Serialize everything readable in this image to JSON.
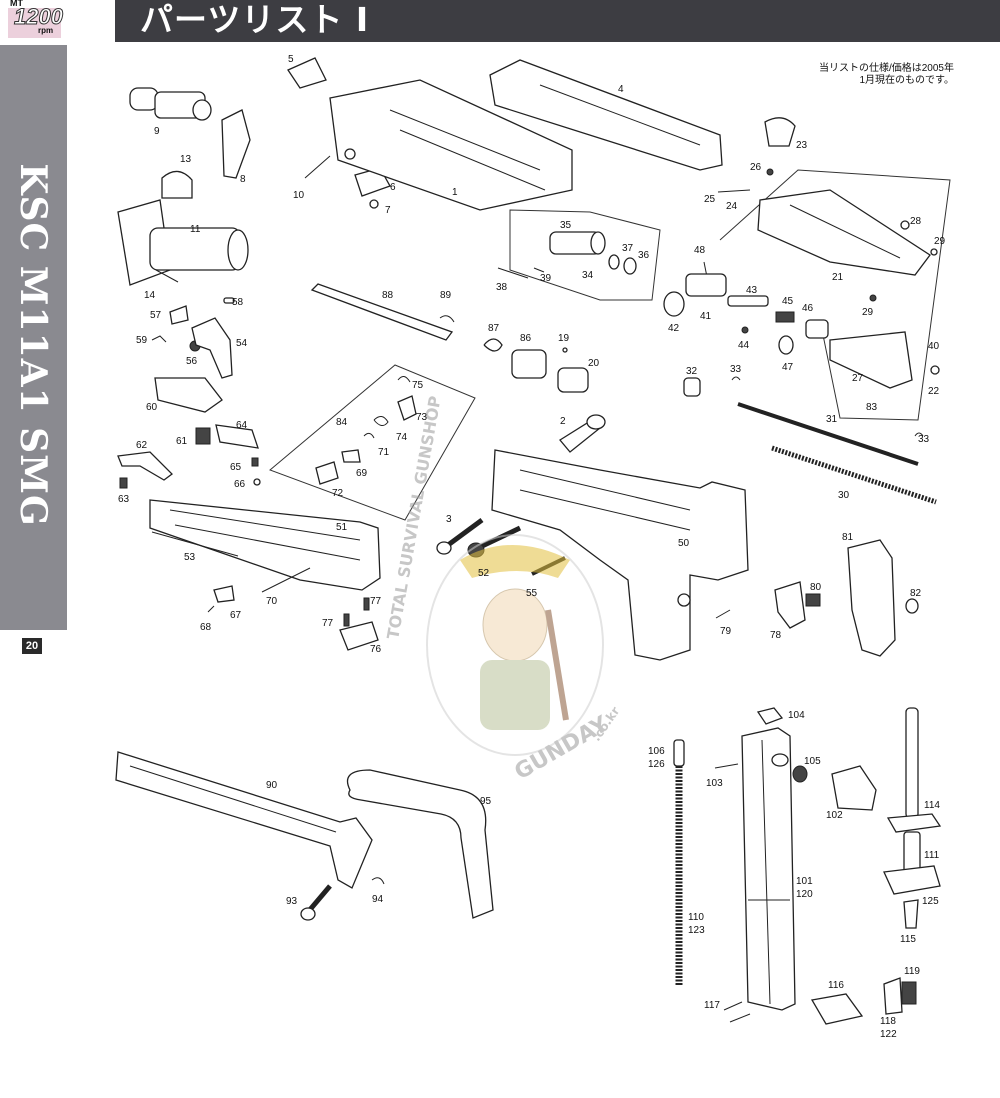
{
  "header": {
    "title": "パーツリスト Ⅰ",
    "logo_top": "MT",
    "logo_number": "1200",
    "logo_unit": "rpm"
  },
  "sidebar": {
    "vertical_title": "KSC M11A1 SMG",
    "page_number": "20"
  },
  "note": {
    "line1": "当リストの仕様/価格は2005年",
    "line2": "1月現在のものです。"
  },
  "watermark": {
    "arc_left": "TOTAL SURVIVAL GUNSHOP",
    "brand": "GUNDAY",
    "domain": ".co.kr"
  },
  "parts": {
    "p1": "1",
    "p2": "2",
    "p3": "3",
    "p4": "4",
    "p5": "5",
    "p6": "6",
    "p7": "7",
    "p8": "8",
    "p9": "9",
    "p10": "10",
    "p11": "11",
    "p13": "13",
    "p14": "14",
    "p19": "19",
    "p20": "20",
    "p21": "21",
    "p22": "22",
    "p23": "23",
    "p24": "24",
    "p25": "25",
    "p26": "26",
    "p27": "27",
    "p28": "28",
    "p29a": "29",
    "p29b": "29",
    "p30": "30",
    "p31": "31",
    "p32": "32",
    "p33a": "33",
    "p33b": "33",
    "p34": "34",
    "p35": "35",
    "p36": "36",
    "p37": "37",
    "p38": "38",
    "p39": "39",
    "p40": "40",
    "p41": "41",
    "p42": "42",
    "p43": "43",
    "p44": "44",
    "p45": "45",
    "p46": "46",
    "p47": "47",
    "p48": "48",
    "p50": "50",
    "p51": "51",
    "p52": "52",
    "p53": "53",
    "p54": "54",
    "p55": "55",
    "p56": "56",
    "p57": "57",
    "p58": "58",
    "p59": "59",
    "p60": "60",
    "p61": "61",
    "p62": "62",
    "p63": "63",
    "p64": "64",
    "p65": "65",
    "p66": "66",
    "p67": "67",
    "p68": "68",
    "p69": "69",
    "p70": "70",
    "p71": "71",
    "p72": "72",
    "p73": "73",
    "p74": "74",
    "p75": "75",
    "p76": "76",
    "p77a": "77",
    "p77b": "77",
    "p78": "78",
    "p79": "79",
    "p80": "80",
    "p81": "81",
    "p82": "82",
    "p83": "83",
    "p84": "84",
    "p86": "86",
    "p87": "87",
    "p88": "88",
    "p89": "89",
    "p90": "90",
    "p93": "93",
    "p94": "94",
    "p95": "95",
    "p101": "101",
    "p120": "120",
    "p102": "102",
    "p103": "103",
    "p104": "104",
    "p105": "105",
    "p106": "106",
    "p126": "126",
    "p110": "110",
    "p123": "123",
    "p111": "111",
    "p114": "114",
    "p115": "115",
    "p116": "116",
    "p117": "117",
    "p118": "118",
    "p122": "122",
    "p119": "119",
    "p125": "125"
  }
}
